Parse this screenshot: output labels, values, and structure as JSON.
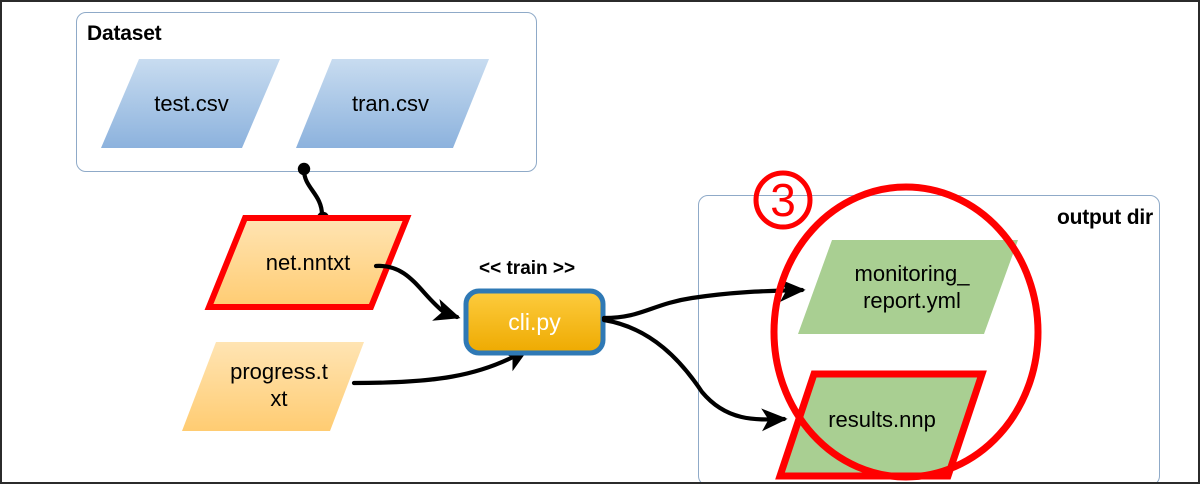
{
  "diagram": {
    "title_groups": {
      "dataset": "Dataset",
      "output_dir": "output dir"
    },
    "nodes": {
      "test_csv": "test.csv",
      "tran_csv": "tran.csv",
      "net_nntxt": "net.nntxt",
      "progress_txt": "progress.t\nxt",
      "cli_py": "cli.py",
      "monitoring_report": "monitoring_\nreport.yml",
      "results_nnp": "results.nnp"
    },
    "stereotypes": {
      "train": "<< train >>"
    },
    "annotations": {
      "step_three": "3"
    },
    "colors": {
      "dataset_fill_top": "#c5d9ef",
      "dataset_fill_bottom": "#8db3de",
      "group_border": "#8faac8",
      "orange_fill_top": "#ffe0a8",
      "orange_fill_bottom": "#ffcf7a",
      "green_fill": "#a9cf92",
      "cli_fill_top": "#fdc733",
      "cli_fill_bottom": "#eeaa00",
      "cli_border": "#2f79b5",
      "highlight_red": "#ff0000",
      "arrow_black": "#000000",
      "frame_border": "#2b2b2b"
    }
  }
}
